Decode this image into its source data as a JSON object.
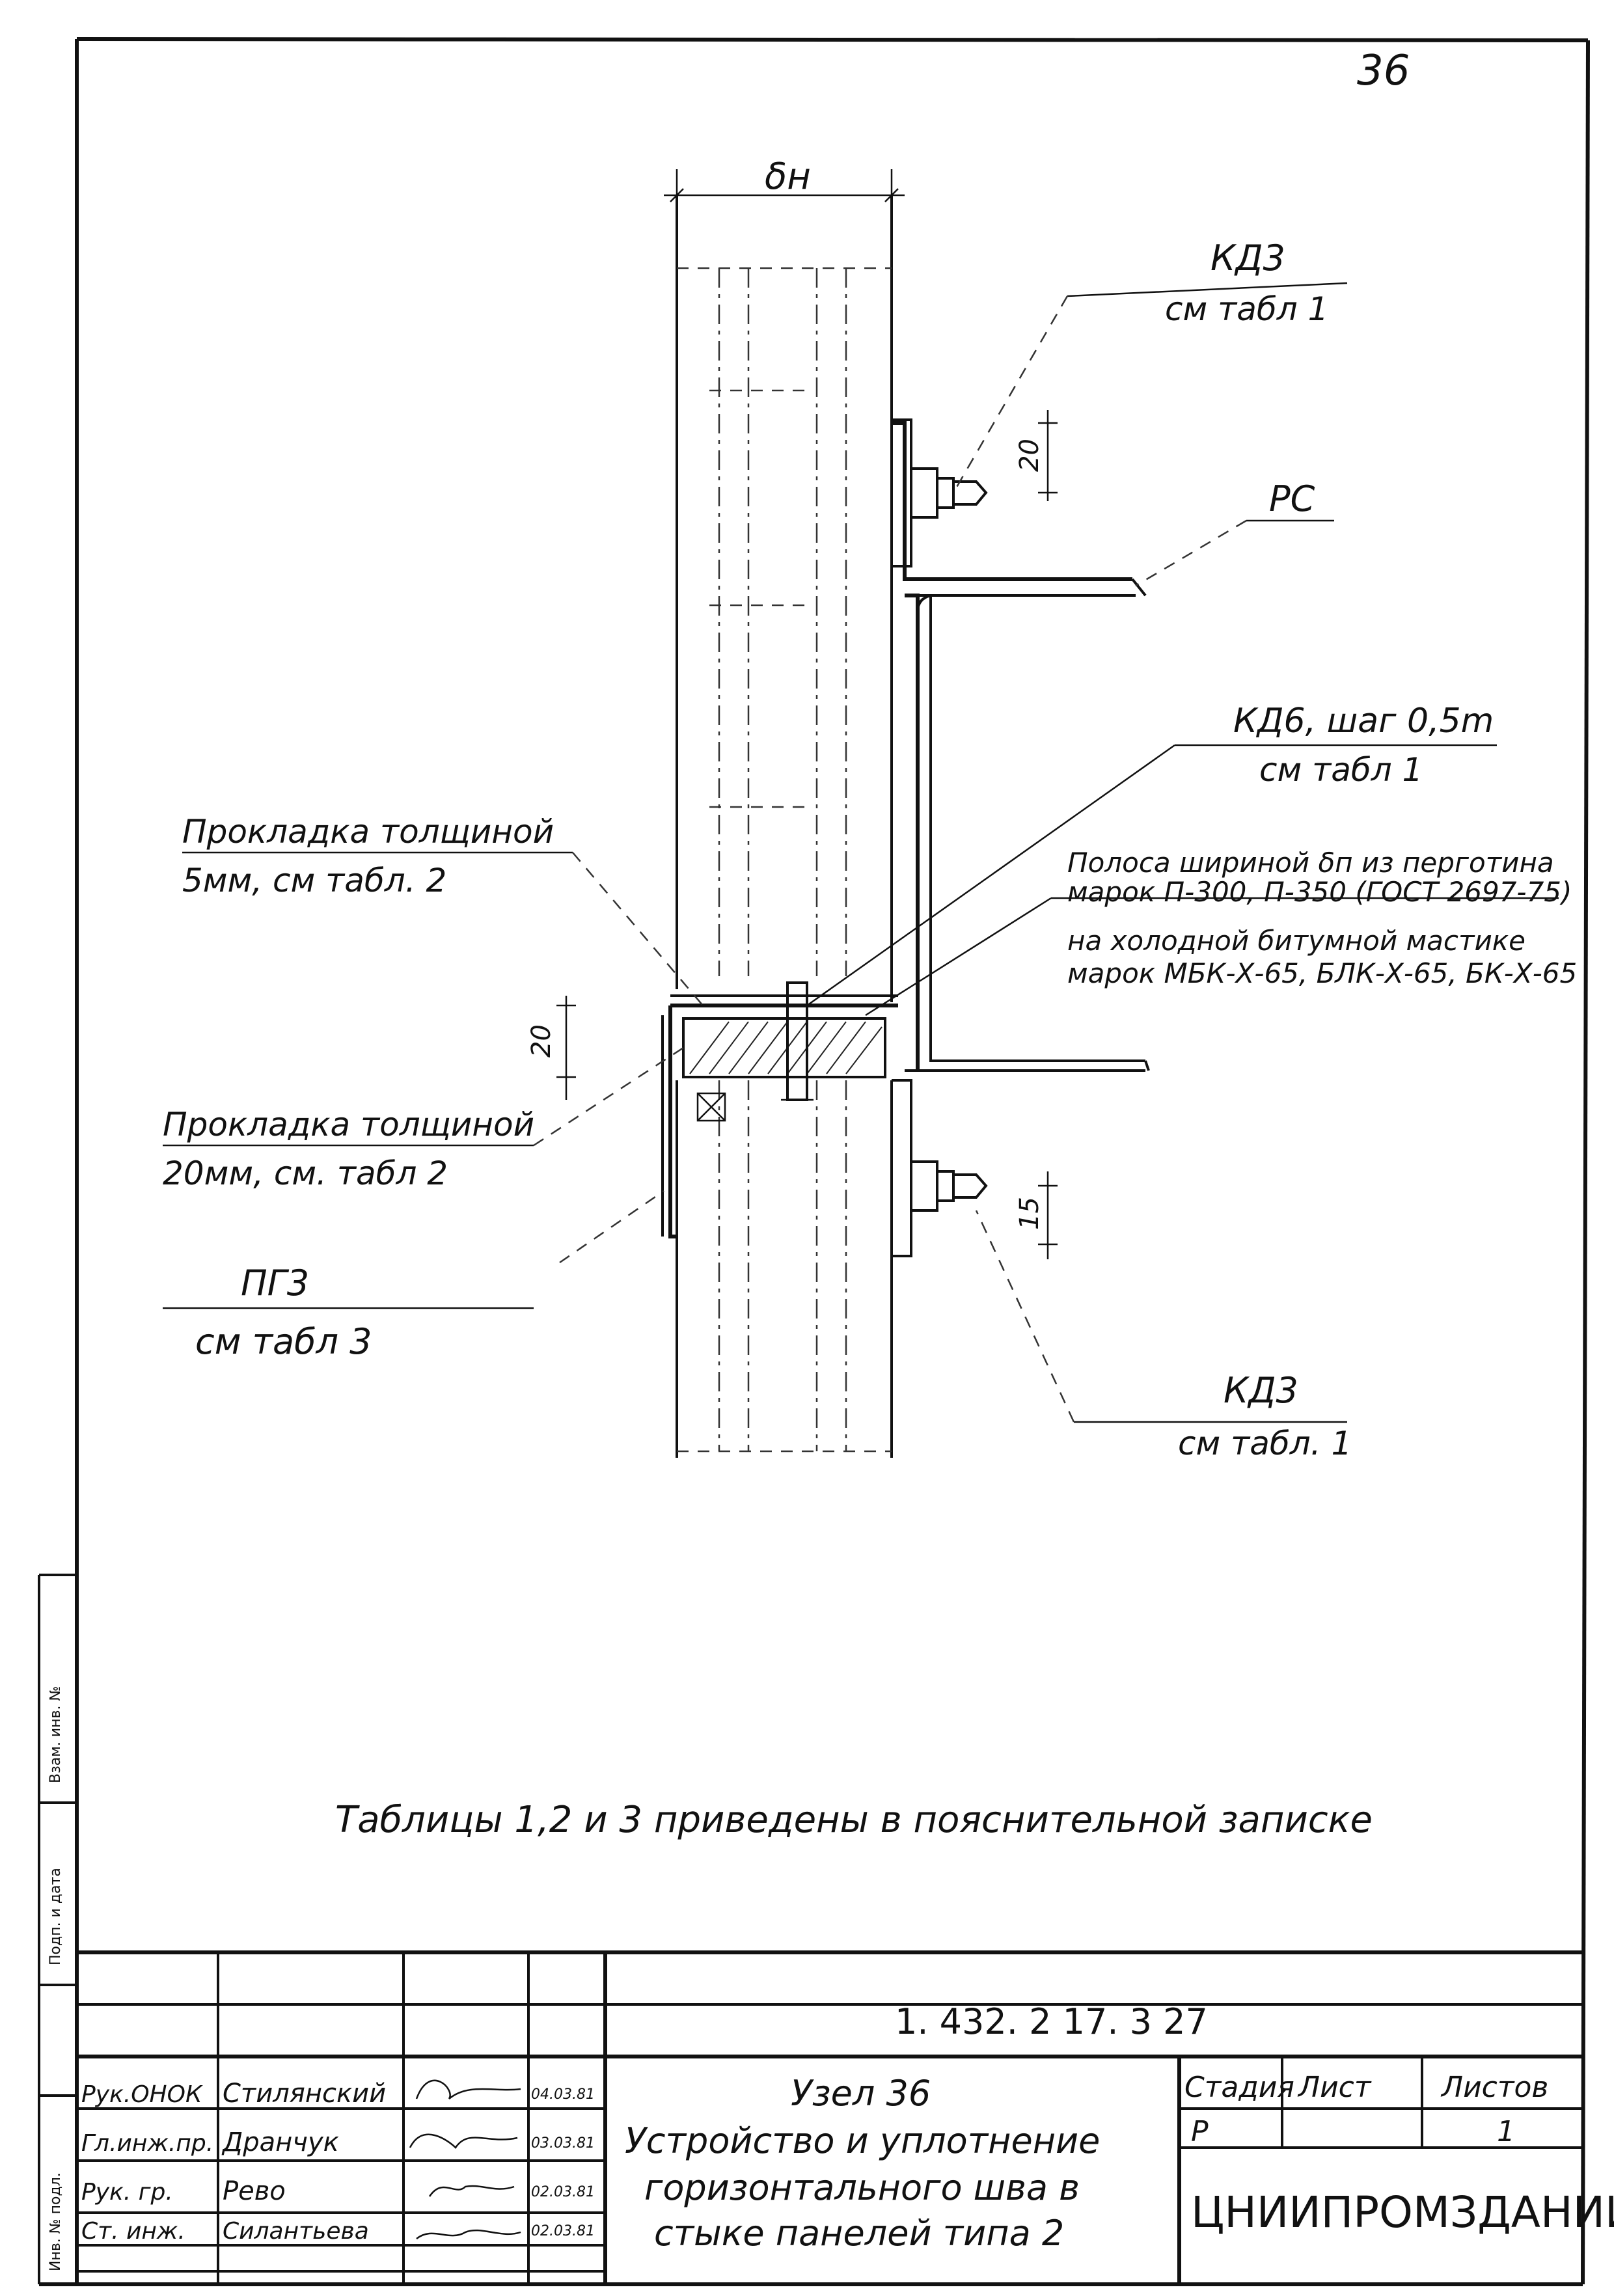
{
  "sheet": {
    "number": "36"
  },
  "labels": {
    "thickness": "δн",
    "kd3_top": "КД3",
    "kd3_top_ref": "см табл 1",
    "dim_20_top": "20",
    "rs": "РС",
    "kd6": "КД6, шаг 0,5m",
    "kd6_ref": "см табл 1",
    "pad5_line1": "Прокладка толщиной",
    "pad5_line2": "5мм, см табл. 2",
    "strip_line1": "Полоса шириной δп из перготина",
    "strip_line2": "марок П-300, П-350 (ГОСТ 2697-75)",
    "strip_line3": "на холодной битумной мастике",
    "strip_line4": "марок МБК-Х-65, БЛК-Х-65, БК-Х-65",
    "dim_20_left": "20",
    "pad20_line1": "Прокладка толщиной",
    "pad20_line2": "20мм, см. табл 2",
    "dim_15": "15",
    "pg3": "ПГ3",
    "pg3_ref": "см табл 3",
    "kd3_bottom": "КД3",
    "kd3_bottom_ref": "см табл. 1"
  },
  "note": "Таблицы 1,2 и 3 приведены в пояснительной записке",
  "title_block": {
    "code": "1. 432. 2 17. 3 27",
    "rows": [
      {
        "role": "Рук.ОНОК",
        "name": "Стилянский",
        "date": "04.03.81"
      },
      {
        "role": "Гл.инж.пр.",
        "name": "Дранчук",
        "date": "03.03.81"
      },
      {
        "role": "Рук. гр.",
        "name": "Рево",
        "date": "02.03.81"
      },
      {
        "role": "Ст. инж.",
        "name": "Силантьева",
        "date": "02.03.81"
      }
    ],
    "title_line1": "Узел 36",
    "title_line2": "Устройство и уплотнение",
    "title_line3": "горизонтального шва в",
    "title_line4": "стыке панелей типа 2",
    "stage_header": "Стадия",
    "sheet_header": "Лист",
    "sheets_header": "Листов",
    "stage": "Р",
    "sheet": "",
    "sheets": "1",
    "organization": "ЦНИИПРОМЗДАНИЙ"
  },
  "side_stamp": {
    "line1": "Взам. инв. №",
    "line2": "Подп. и дата",
    "line3": "Инв. № подл."
  }
}
